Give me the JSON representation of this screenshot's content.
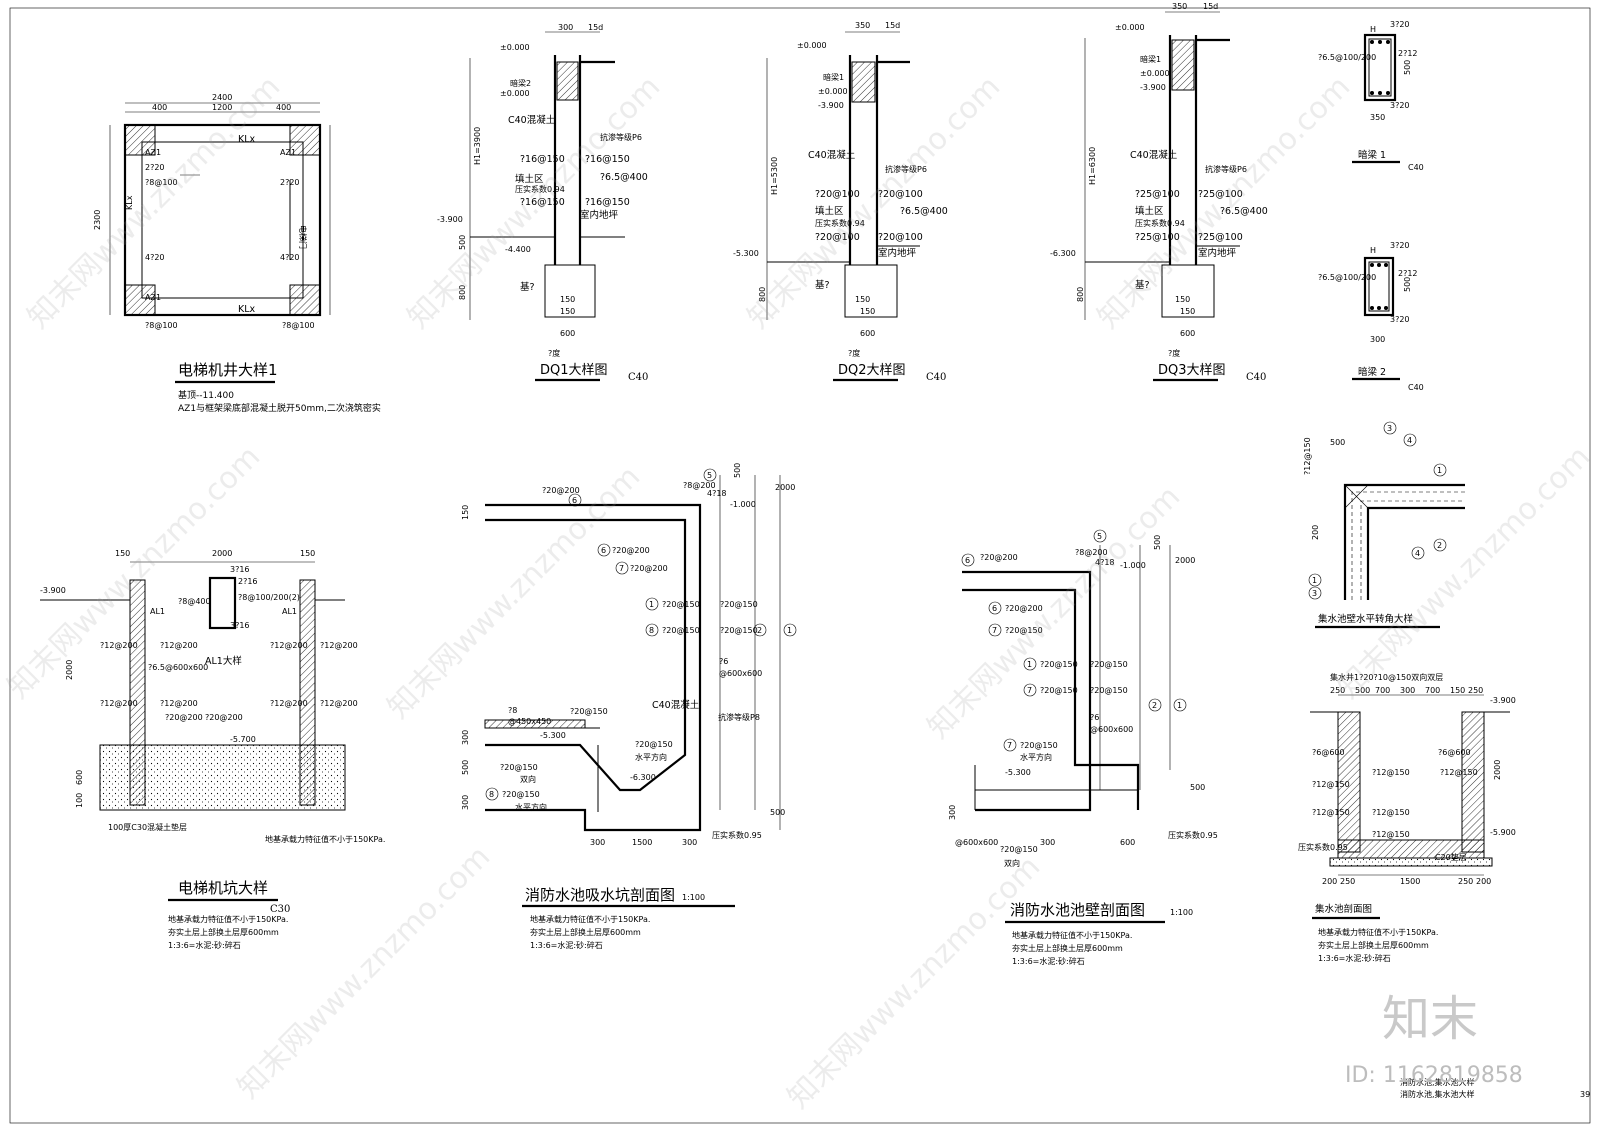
{
  "drawings": {
    "elevator_shaft": {
      "title": "电梯机井大样1",
      "note1": "基顶--11.400",
      "note2": "AZ1与框架梁底部混凝土脱开50mm,二次浇筑密实",
      "dims": {
        "total_width": "2400",
        "seg1": "400",
        "seg2": "1200",
        "seg3": "400",
        "height": "2300",
        "klx": "KLx",
        "az1": "AZ1",
        "door": "电梯门",
        "rebar1": "4?20",
        "rebar2": "?8@100",
        "rebar3": "2?20"
      }
    },
    "dq1": {
      "title": "DQ1大样图",
      "grade": "C40",
      "h": "H1=3900",
      "top": "±0.000",
      "level1": "-3.900",
      "level2": "-4.400",
      "widths": [
        "300",
        "15d",
        "600",
        "150",
        "150"
      ],
      "rebars": [
        "?16@150",
        "?16@150",
        "?16@150",
        "?6.5@400"
      ],
      "labels": {
        "fill": "填土区",
        "compact": "压实系数0.94",
        "floor": "室内地坪",
        "beam": "暗梁2",
        "concrete": "C40混凝土",
        "impermeable": "抗渗等级P6",
        "base": "基?",
        "depth800": "800",
        "depth500": "500",
        "pd": "?度"
      }
    },
    "dq2": {
      "title": "DQ2大样图",
      "grade": "C40",
      "h": "H1=5300",
      "top": "±0.000",
      "level1": "-3.900",
      "level2": "-5.300",
      "widths": [
        "350",
        "15d",
        "600",
        "150",
        "150"
      ],
      "rebars": [
        "?20@100",
        "?20@100",
        "?20@100",
        "?6.5@400"
      ],
      "labels": {
        "fill": "填土区",
        "compact": "压实系数0.94",
        "floor": "室内地坪",
        "beam": "暗梁1",
        "concrete": "C40混凝土",
        "impermeable": "抗渗等级P6",
        "base": "基?",
        "depth800": "800",
        "pd": "?度"
      }
    },
    "dq3": {
      "title": "DQ3大样图",
      "grade": "C40",
      "h": "H1=6300",
      "top": "±0.000",
      "level1": "-3.900",
      "level2": "-6.300",
      "widths": [
        "350",
        "15d",
        "600",
        "150",
        "150"
      ],
      "rebars": [
        "?25@100",
        "?25@100",
        "?25@100",
        "?6.5@400"
      ],
      "labels": {
        "fill": "填土区",
        "compact": "压实系数0.94",
        "floor": "室内地坪",
        "beam": "暗梁1",
        "concrete": "C40混凝土",
        "impermeable": "抗渗等级P6",
        "base": "基?",
        "depth800": "800",
        "pd": "?度"
      }
    },
    "beam1": {
      "title": "暗梁 1",
      "grade": "C40",
      "top": "3?20",
      "bottom": "3?20",
      "side": "2?12",
      "stirrup": "?6.5@100/200",
      "width": "350",
      "height": "500",
      "h": "H"
    },
    "beam2": {
      "title": "暗梁 2",
      "grade": "C40",
      "top": "3?20",
      "bottom": "3?20",
      "side": "2?12",
      "stirrup": "?6.5@100/200",
      "width": "300",
      "height": "500",
      "h": "H"
    },
    "corner": {
      "title": "集水池壁水平转角大样",
      "dims": [
        "500",
        "?12@150",
        "200"
      ],
      "circles": [
        "1",
        "2",
        "3",
        "4"
      ]
    },
    "pit": {
      "title": "电梯机坑大样",
      "grade": "C30",
      "width": "2000",
      "side": "150",
      "level1": "-3.900",
      "level2": "-5.700",
      "depth": "2000",
      "depth600": "600",
      "depth100": "100",
      "rebars": [
        "?12@200",
        "?12@200",
        "?12@200",
        "?12@200",
        "?20@200",
        "?20@200",
        "?6.5@600x600"
      ],
      "al1": "AL1",
      "al1_detail": "AL1大样",
      "al1_rebars": [
        "3?16",
        "2?16",
        "?8@400",
        "?8@100/200(2)",
        "3?16"
      ],
      "base": "100厚C30混凝土垫层",
      "note_soil": "地基承载力特征值不小于150KPa.",
      "notes": [
        "地基承载力特征值不小于150KPa.",
        "夯实土层上部换土层厚600mm",
        "1:3:6=水泥:砂:碎石"
      ]
    },
    "suction": {
      "title": "消防水池吸水坑剖面图",
      "scale": "1:100",
      "top_rebars": [
        "?20@200",
        "?8@200",
        "4?18"
      ],
      "level_top": "-1.000",
      "level_mid": "-5.300",
      "level_bot": "-6.300",
      "rebars": [
        "?20@200",
        "?20@150",
        "?20@150",
        "?20@150",
        "?20@150",
        "?20@150",
        "?20@150",
        "?20@150",
        "?8",
        "?6"
      ],
      "labels": {
        "grid450": "@450x450",
        "grid600": "@600x600",
        "concrete": "C40混凝土",
        "impermeable": "抗渗等级P8",
        "dir": "水平方向",
        "both": "双向"
      },
      "dims": [
        "150",
        "300",
        "300",
        "300",
        "300",
        "1500",
        "300",
        "500",
        "500",
        "2000",
        "500",
        "500"
      ],
      "circles": [
        "1",
        "2",
        "5",
        "6",
        "7",
        "8"
      ],
      "notes": [
        "地基承载力特征值不小于150KPa.",
        "夯实土层上部换土层厚600mm",
        "1:3:6=水泥:砂:碎石"
      ],
      "compact": "压实系数0.95"
    },
    "wall": {
      "title": "消防水池池壁剖面图",
      "scale": "1:100",
      "top_rebars": [
        "?20@200",
        "?8@200",
        "4?18"
      ],
      "level_top": "-1.000",
      "level_bot": "-5.300",
      "rebars": [
        "?20@200",
        "?20@150",
        "?20@150",
        "?20@150",
        "?20@150",
        "?20@150",
        "?6"
      ],
      "labels": {
        "grid600": "@600x600",
        "dir": "水平方向",
        "both": "双向"
      },
      "dims": [
        "300",
        "300",
        "300",
        "600",
        "2000",
        "500",
        "500"
      ],
      "circles": [
        "1",
        "2",
        "5",
        "6",
        "7"
      ],
      "notes": [
        "地基承载力特征值不小于150KPa.",
        "夯实土层上部换土层厚600mm",
        "1:3:6=水泥:砂:碎石"
      ],
      "compact": "压实系数0.95"
    },
    "sump": {
      "title": "集水池剖面图",
      "top_note": "集水井1?20?10@150双向双层",
      "dims_top": [
        "250",
        "500",
        "700",
        "300",
        "700",
        "150",
        "250"
      ],
      "dims_bot": [
        "200",
        "250",
        "1500",
        "250",
        "200"
      ],
      "level_top": "-3.900",
      "level_bot": "-5.900",
      "depth": "2000",
      "rebars": [
        "?6@600",
        "?6@600",
        "?12@150",
        "?12@150",
        "?12@150",
        "?12@150",
        "?12@150",
        "?12@150"
      ],
      "base": "C20垫层",
      "compact": "压实系数0.95",
      "notes": [
        "地基承载力特征值不小于150KPa.",
        "夯实土层上部换土层厚600mm",
        "1:3:6=水泥:砂:碎石"
      ]
    }
  },
  "title_block": {
    "line1": "消防水池,集水池大样",
    "line2": "消防水池,集水池大样",
    "page": "39"
  },
  "watermark": {
    "text": "知末网www.znzmo.com",
    "brand": "知末",
    "id": "ID: 1162819858"
  }
}
